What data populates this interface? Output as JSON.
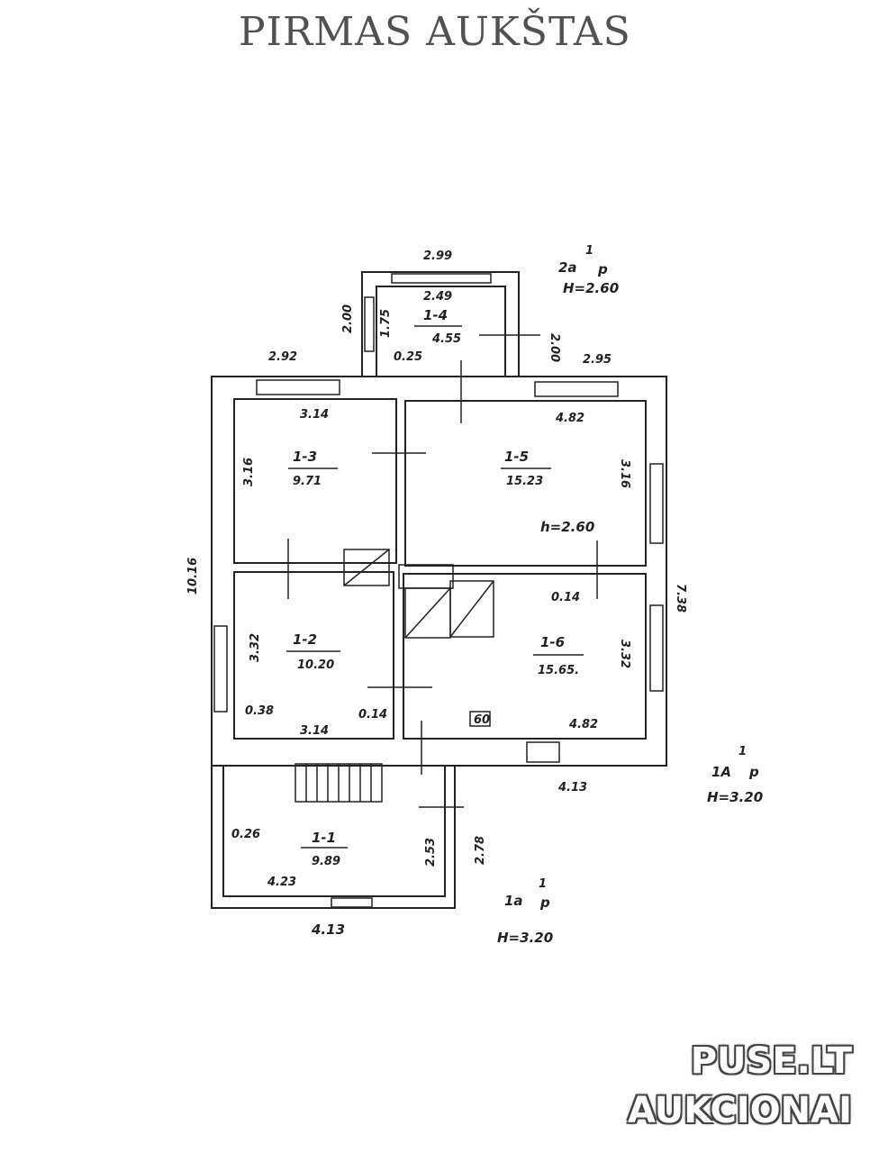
{
  "title": "PIRMAS AUKŠTAS",
  "rooms": [
    {
      "id": "1-1",
      "area": "9.89"
    },
    {
      "id": "1-2",
      "area": "10.20"
    },
    {
      "id": "1-3",
      "area": "9.71"
    },
    {
      "id": "1-4",
      "area": "4.55"
    },
    {
      "id": "1-5",
      "area": "15.23"
    },
    {
      "id": "1-6",
      "area": "15.65."
    }
  ],
  "dimensions": {
    "porch_top_outer": "2.99",
    "porch_top_inner": "2.49",
    "porch_left": "2.00",
    "porch_right": "2.00",
    "porch_inner_side": "1.75",
    "porch_offset": "0.25",
    "top_left": "2.92",
    "top_right": "2.95",
    "r13_width": "3.14",
    "r13_height": "3.16",
    "r15_width": "4.82",
    "r15_height": "3.16",
    "r15_ceiling": "h=2.60",
    "r16_offset": "0.14",
    "r16_height": "3.32",
    "r16_width": "4.82",
    "r12_height": "3.32",
    "r12_offset_left": "0.38",
    "r12_width": "3.14",
    "r12_offset_right": "0.14",
    "left_total": "10.16",
    "right_total": "7.38",
    "bottom_main": "4.13",
    "r11_offset": "0.26",
    "r11_width": "4.23",
    "r11_height": "2.53",
    "r11_outer_height": "2.78",
    "r11_outer_width": "4.13"
  },
  "annotations": {
    "porch_top_code": "2a",
    "porch_top_sup": "1",
    "porch_top_p": "p",
    "porch_top_h": "H=2.60",
    "main_code": "1A",
    "main_sup": "1",
    "main_p": "p",
    "main_h": "H=3.20",
    "porch_bottom_code": "1a",
    "porch_bottom_sup": "1",
    "porch_bottom_p": "p",
    "porch_bottom_h": "H=3.20",
    "stove_label": "60"
  },
  "watermark": {
    "line1": "PUSE.LT",
    "line2": "AUKCIONAI"
  }
}
